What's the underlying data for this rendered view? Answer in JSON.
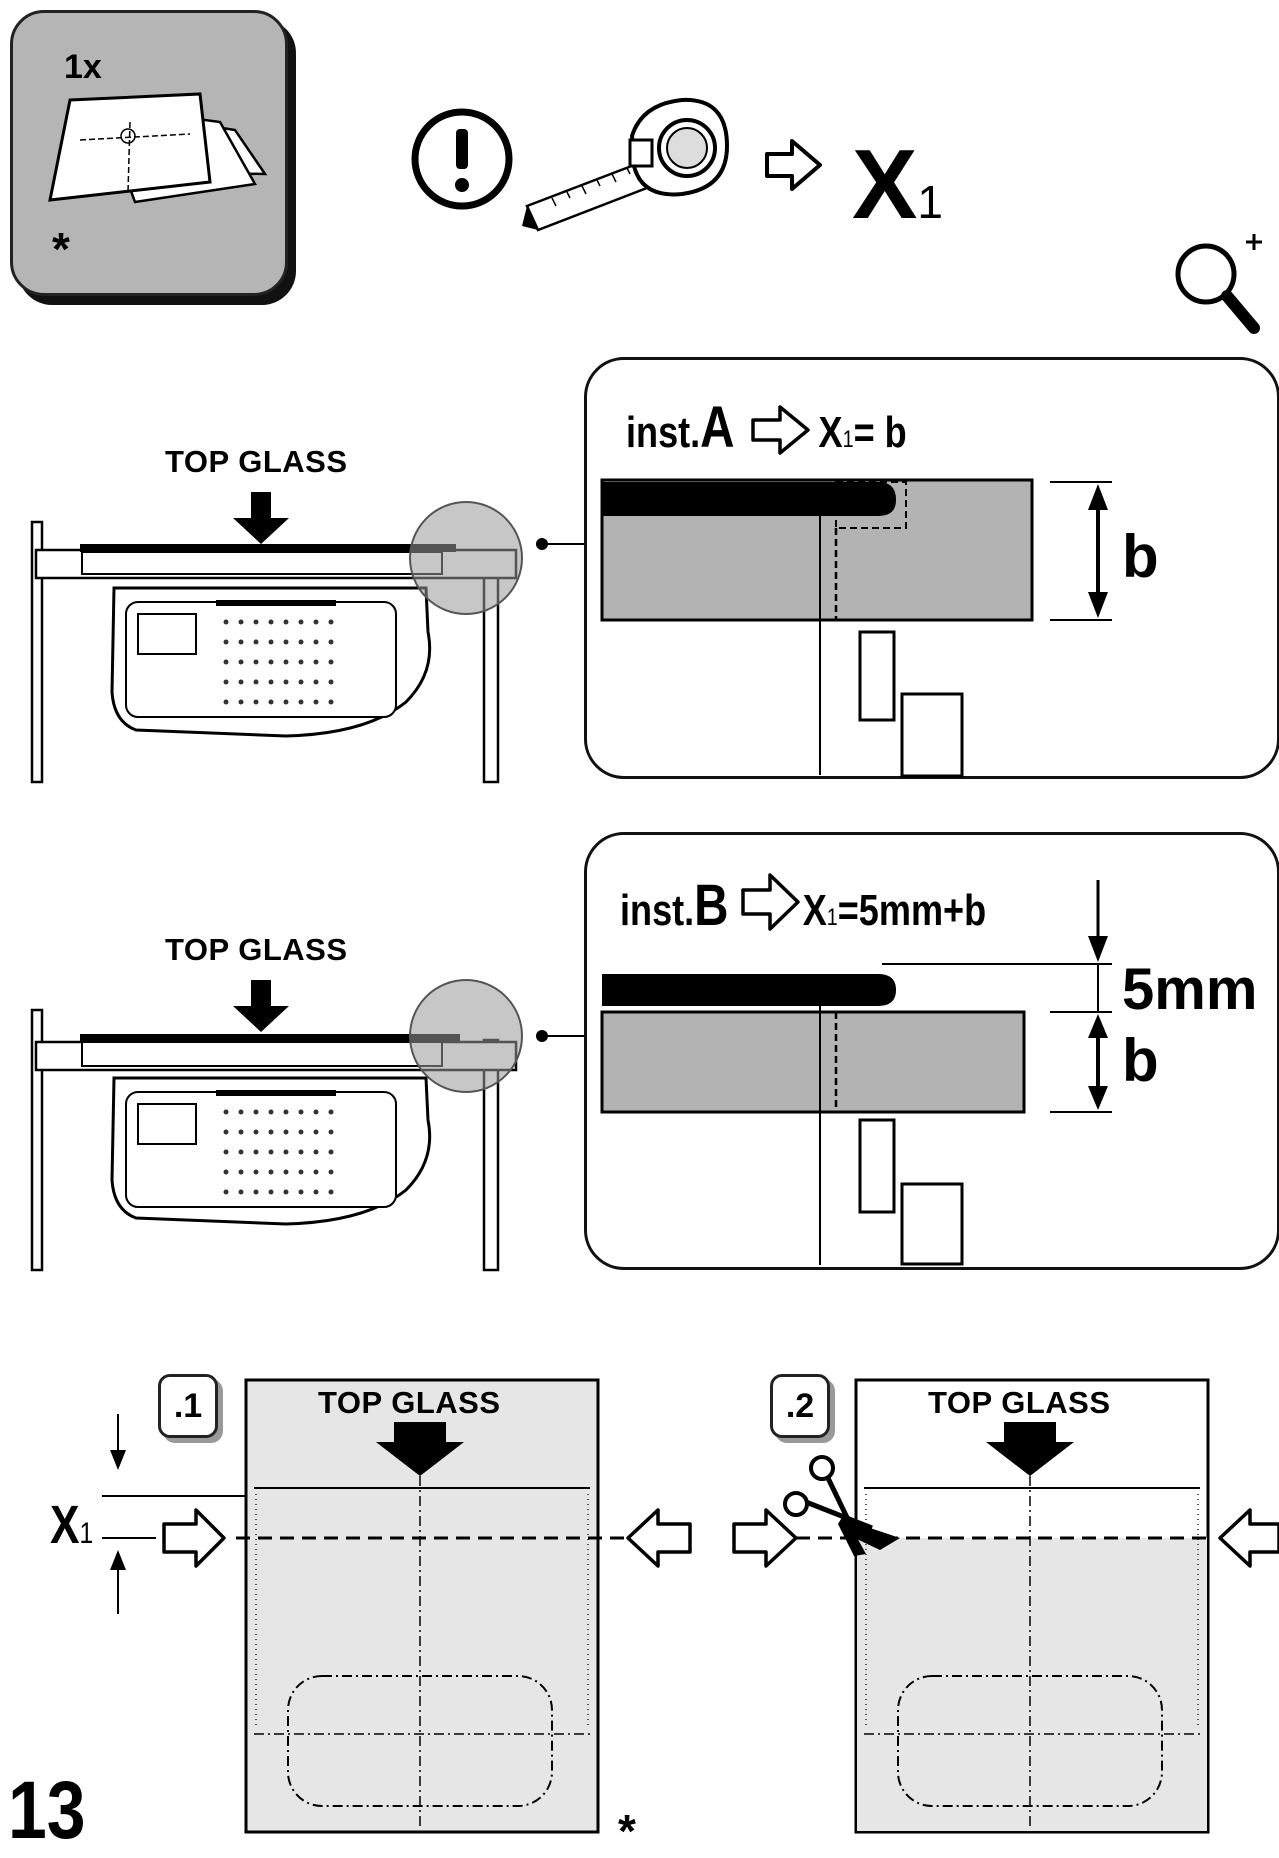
{
  "page": {
    "number": "13",
    "footnote_mark": "*"
  },
  "kit_card": {
    "quantity": "1x",
    "mark": "*",
    "icon": "paper-template-icon"
  },
  "measure_row": {
    "warning_icon": "exclamation-circle-icon",
    "tool_icon": "tape-measure-icon",
    "arrow_icon": "hollow-arrow-right-icon",
    "result_letter": "X",
    "result_subscript": "1"
  },
  "zoom_icon": "magnifier-plus-icon",
  "installations": [
    {
      "top_label": "TOP GLASS",
      "inst_prefix": "inst.",
      "inst_letter": "A",
      "formula_x": "X",
      "formula_sub": "1",
      "formula_rest": "= b",
      "dim_b": "b"
    },
    {
      "top_label": "TOP GLASS",
      "inst_prefix": "inst.",
      "inst_letter": "B",
      "formula_x": "X",
      "formula_sub": "1",
      "formula_rest": "=5mm+b",
      "dim_5mm": "5mm",
      "dim_b": "b"
    }
  ],
  "steps": [
    {
      "badge": ".1",
      "top_label": "TOP GLASS"
    },
    {
      "badge": ".2",
      "top_label": "TOP GLASS"
    }
  ],
  "x1_label": {
    "letter": "X",
    "sub": "1"
  }
}
